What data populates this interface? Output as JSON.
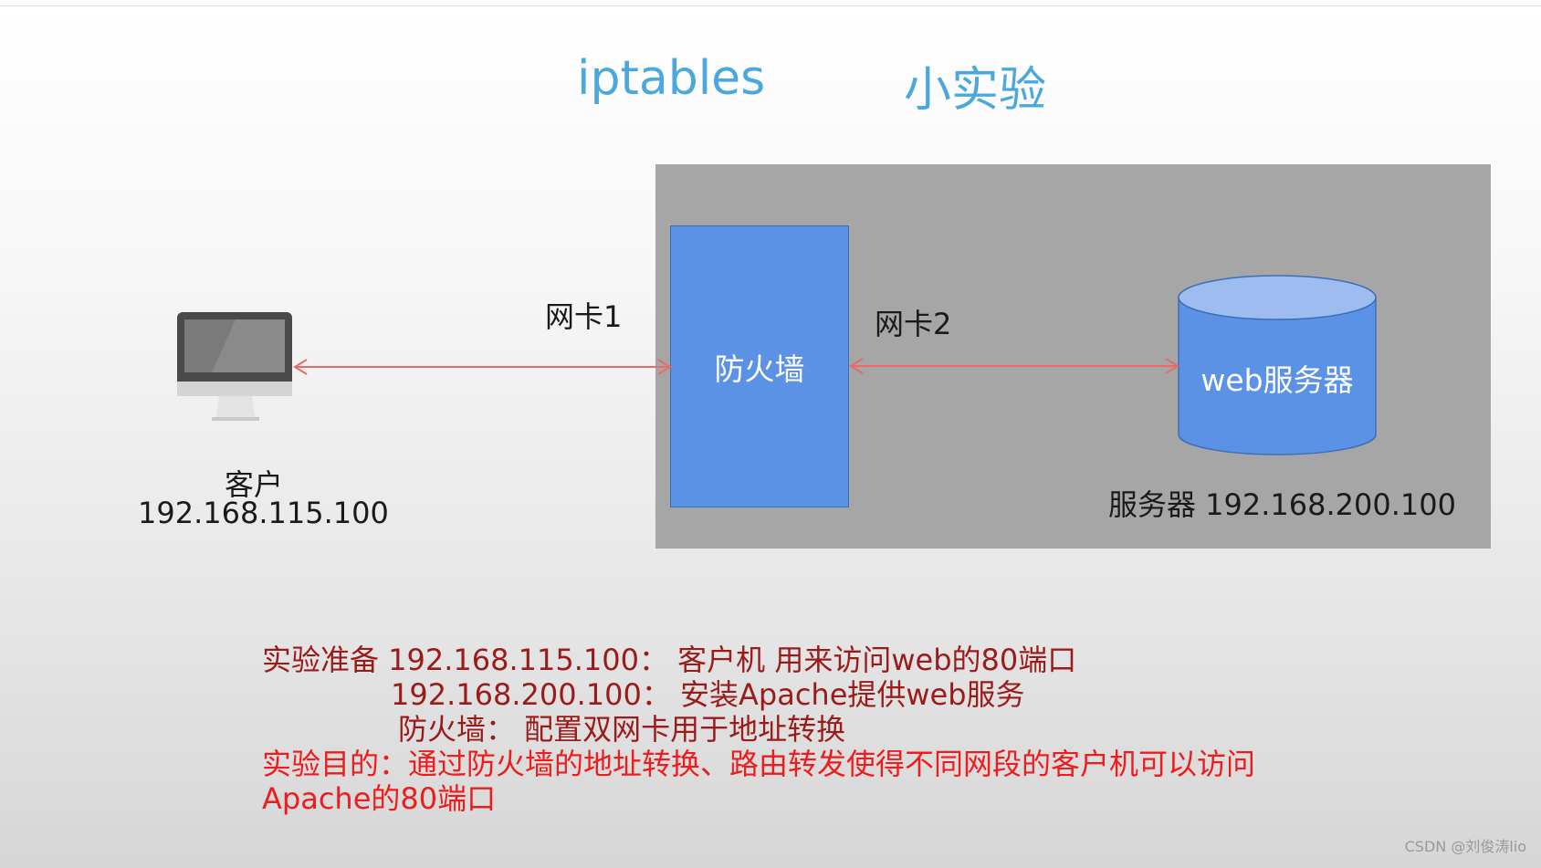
{
  "title": {
    "left": "iptables",
    "right": "小实验"
  },
  "diagram": {
    "firewall_label": "防火墙",
    "server_label": "web服务器",
    "nic1": "网卡1",
    "nic2": "网卡2",
    "client_name": "客户",
    "client_ip": "192.168.115.100",
    "server_caption": "服务器 192.168.200.100"
  },
  "notes": [
    "实验准备 192.168.115.100： 客户机 用来访问web的80端口",
    "192.168.200.100： 安装Apache提供web服务",
    "防火墙： 配置双网卡用于地址转换",
    "实验目的：通过防火墙的地址转换、路由转发使得不同网段的客户机可以访问",
    "Apache的80端口"
  ],
  "watermark": "CSDN @刘俊涛lio",
  "colors": {
    "title": "#4aa8dc",
    "zone": "#a6a6a6",
    "firewall": "#5b92e5",
    "arrow": "#e86a6a",
    "note_dark": "#9b1b1b",
    "note_red": "#ee1c1c"
  }
}
